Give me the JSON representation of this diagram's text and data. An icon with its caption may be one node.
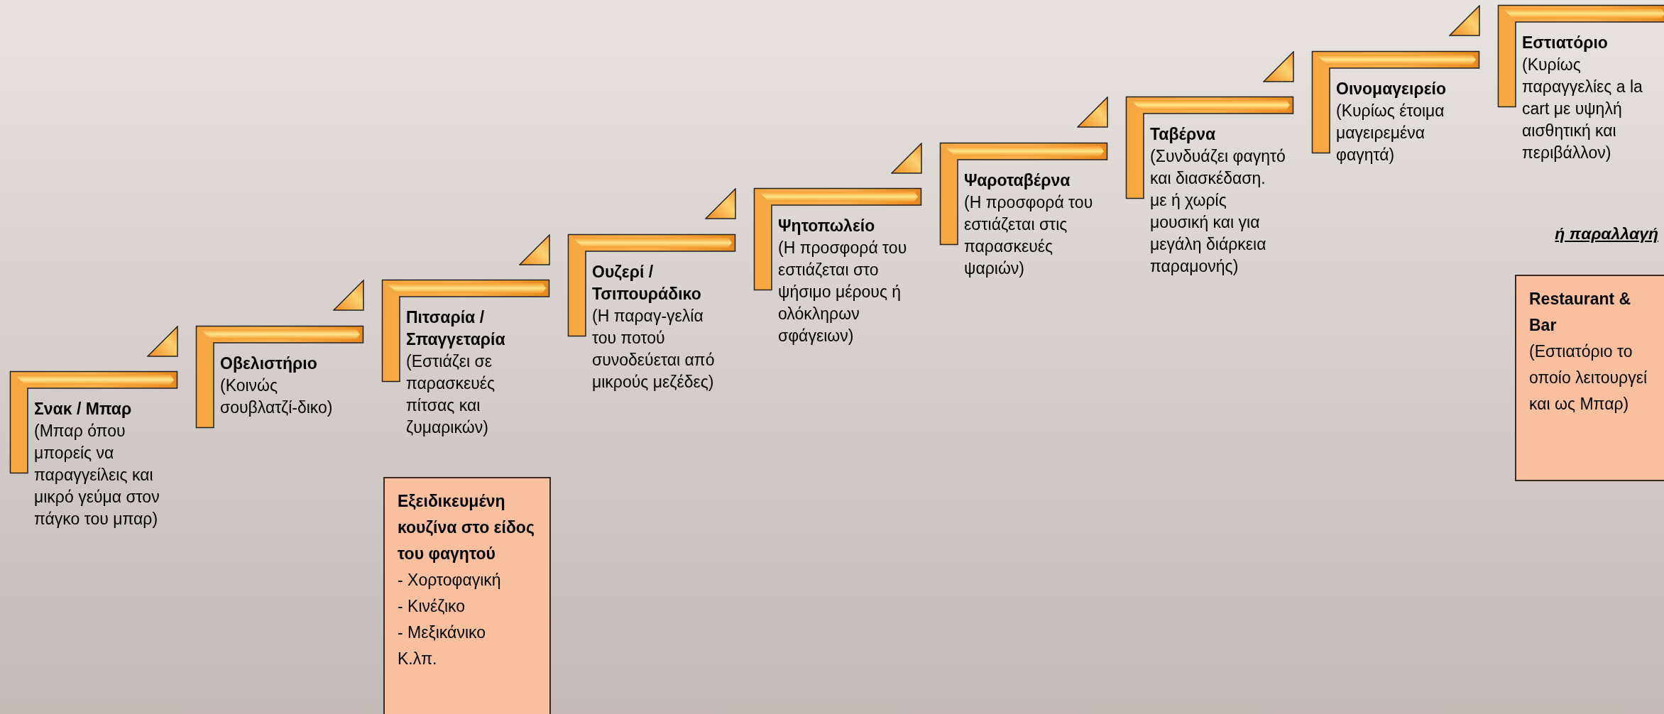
{
  "diagram": {
    "nodes": [
      {
        "text": [
          "Σνακ / Μπαρ",
          "(Μπαρ όπου μπορείς να παραγγείλεις και μικρό γεύμα στον πάγκο του μπαρ)"
        ]
      },
      {
        "text": [
          "Οβελιστήριο",
          "(Κοινώς σουβλατζί-δικο)"
        ]
      },
      {
        "text": [
          "Πιτσαρία / Σπαγγεταρία",
          "(Εστιάζει σε παρασκευές πίτσας και ζυμαρικών)"
        ]
      },
      {
        "text": [
          "Ουζερί / Τσιπουράδικο",
          "(Η παραγ-γελία του ποτού συνοδεύεται από μικρούς μεζέδες)"
        ]
      },
      {
        "text": [
          "Ψητοπωλείο",
          "(Η προσφορά του εστιάζεται στο ψήσιμο μέρους ή ολόκληρων σφάγειων)"
        ]
      },
      {
        "text": [
          "Ψαροταβέρνα",
          "(Η προσφορά του εστιάζεται στις παρασκευές ψαριών)"
        ]
      },
      {
        "text": [
          "Ταβέρνα",
          "(Συνδυάζει φαγητό και διασκέδαση. με ή χωρίς μουσική και για μεγάλη διάρκεια παραμονής)"
        ]
      },
      {
        "text": [
          "Οινομαγειρείο",
          "(Κυρίως έτοιμα μαγειρεμένα φαγητά)"
        ]
      },
      {
        "text": [
          "Εστιατόριο",
          "(Κυρίως παραγγελίες a la cart με υψηλή αισθητική και περιβάλλον)"
        ]
      },
      {
        "text": [
          "Εξειδικευμένη κουζίνα στο είδος του φαγητού",
          "- Χορτοφαγική",
          "- Κινέζικο",
          "- Μεξικάνικο",
          "Κ.λπ."
        ]
      },
      {
        "text": [
          "Restaurant & Bar",
          "(Εστιατόριο το οποίο λειτουργεί και ως Μπαρ)"
        ]
      }
    ],
    "edges": [
      {
        "from": 1,
        "to": 0,
        "arrow": "to"
      },
      {
        "from": 2,
        "to": 1,
        "arrow": "to"
      },
      {
        "from": 3,
        "to": 2,
        "arrow": "to"
      },
      {
        "from": 4,
        "to": 3,
        "arrow": "to"
      },
      {
        "from": 5,
        "to": 4,
        "arrow": "to"
      },
      {
        "from": 6,
        "to": 5,
        "arrow": "to"
      },
      {
        "from": 7,
        "to": 6,
        "arrow": "to"
      },
      {
        "from": 8,
        "to": 7,
        "arrow": "to"
      }
    ],
    "labels": [
      "ή παραλλαγή"
    ]
  }
}
